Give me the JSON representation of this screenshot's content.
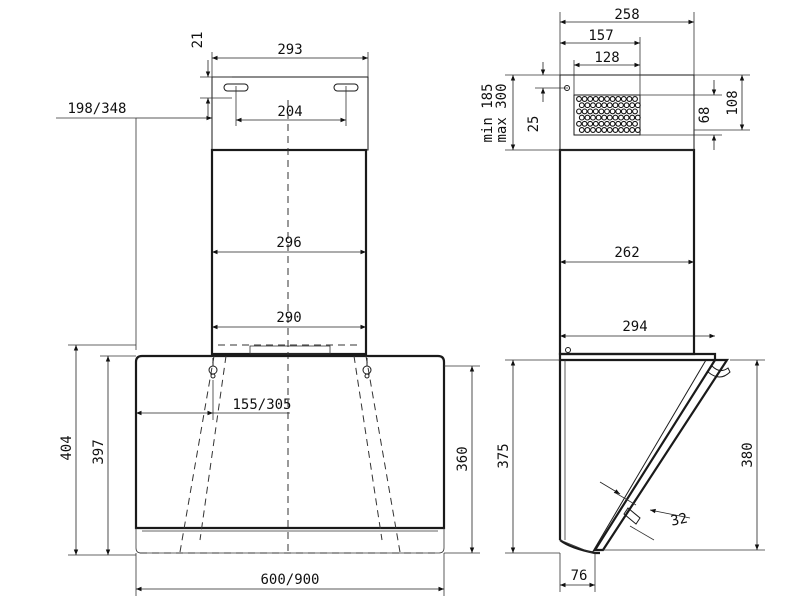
{
  "front_view": {
    "dim_duct_cover_top_width": "293",
    "dim_top_bracket_height": "21",
    "dim_slot_spacing": "204",
    "dim_wall_offset": "198/348",
    "dim_upper_chimney_width": "296",
    "dim_lower_chimney_width": "290",
    "dim_hook_offset": "155/305",
    "dim_total_height": "404",
    "dim_body_height": "397",
    "dim_glass_height": "360",
    "dim_hood_width": "600/900"
  },
  "side_view": {
    "dim_top_depth": "258",
    "dim_outlet_offset": "157",
    "dim_outlet_width": "128",
    "dim_chimney_range": "min 185\nmax 300",
    "dim_range_min": "min 185",
    "dim_range_max": "max 300",
    "dim_top_gap": "25",
    "dim_outlet_height": "68",
    "dim_box_height": "108",
    "dim_upper_depth": "262",
    "dim_lower_depth": "294",
    "dim_side_height": "375",
    "dim_glass_slant_height": "380",
    "dim_glass_thickness": "32",
    "dim_base_depth": "76"
  }
}
